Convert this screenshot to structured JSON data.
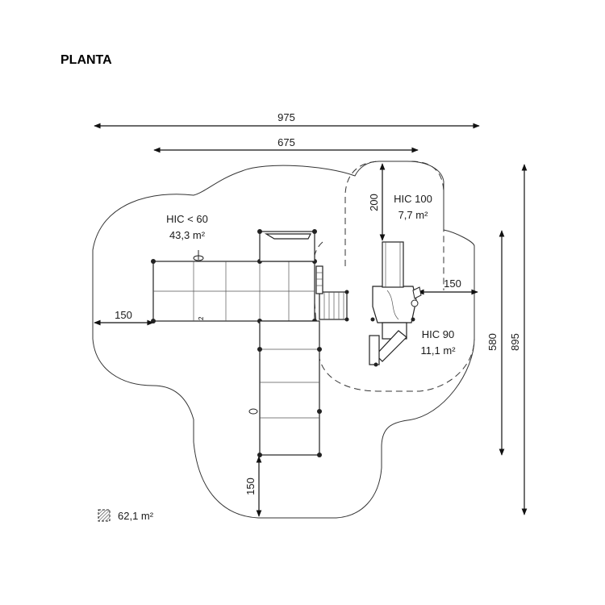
{
  "title": "PLANTA",
  "dimensions": {
    "top_total": "975",
    "top_inner": "675",
    "right_total": "895",
    "right_inner": "580",
    "left_margin": "150",
    "right_margin": "150",
    "bottom_margin": "150",
    "slide_zone": "200"
  },
  "zones": [
    {
      "code": "HIC < 60",
      "area": "43,3 m²"
    },
    {
      "code": "HIC 100",
      "area": "7,7 m²"
    },
    {
      "code": "HIC 90",
      "area": "11,1 m²"
    }
  ],
  "legend": {
    "area": "62,1 m²",
    "icon": "hatched-square-icon"
  },
  "small_mark": "2"
}
